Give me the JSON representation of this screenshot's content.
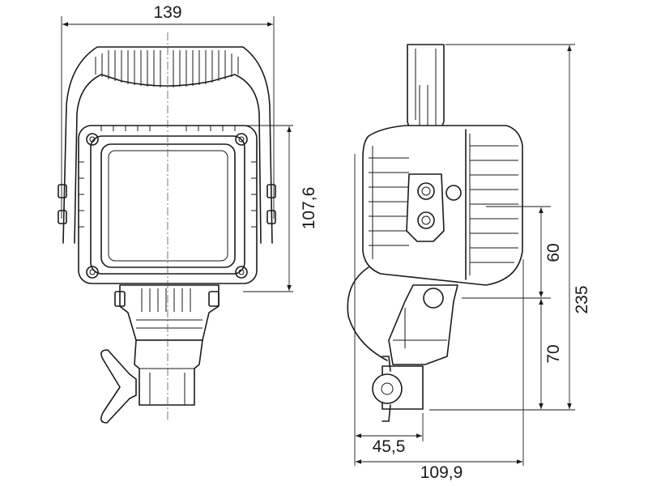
{
  "dimensions": {
    "front_width": "139",
    "front_height": "107,6",
    "side_depth": "109,9",
    "side_mount_offset": "45,5",
    "side_total_height": "235",
    "side_upper_height": "60",
    "side_lower_height": "70"
  },
  "colors": {
    "line": "#1a1a1a",
    "background": "#ffffff"
  }
}
